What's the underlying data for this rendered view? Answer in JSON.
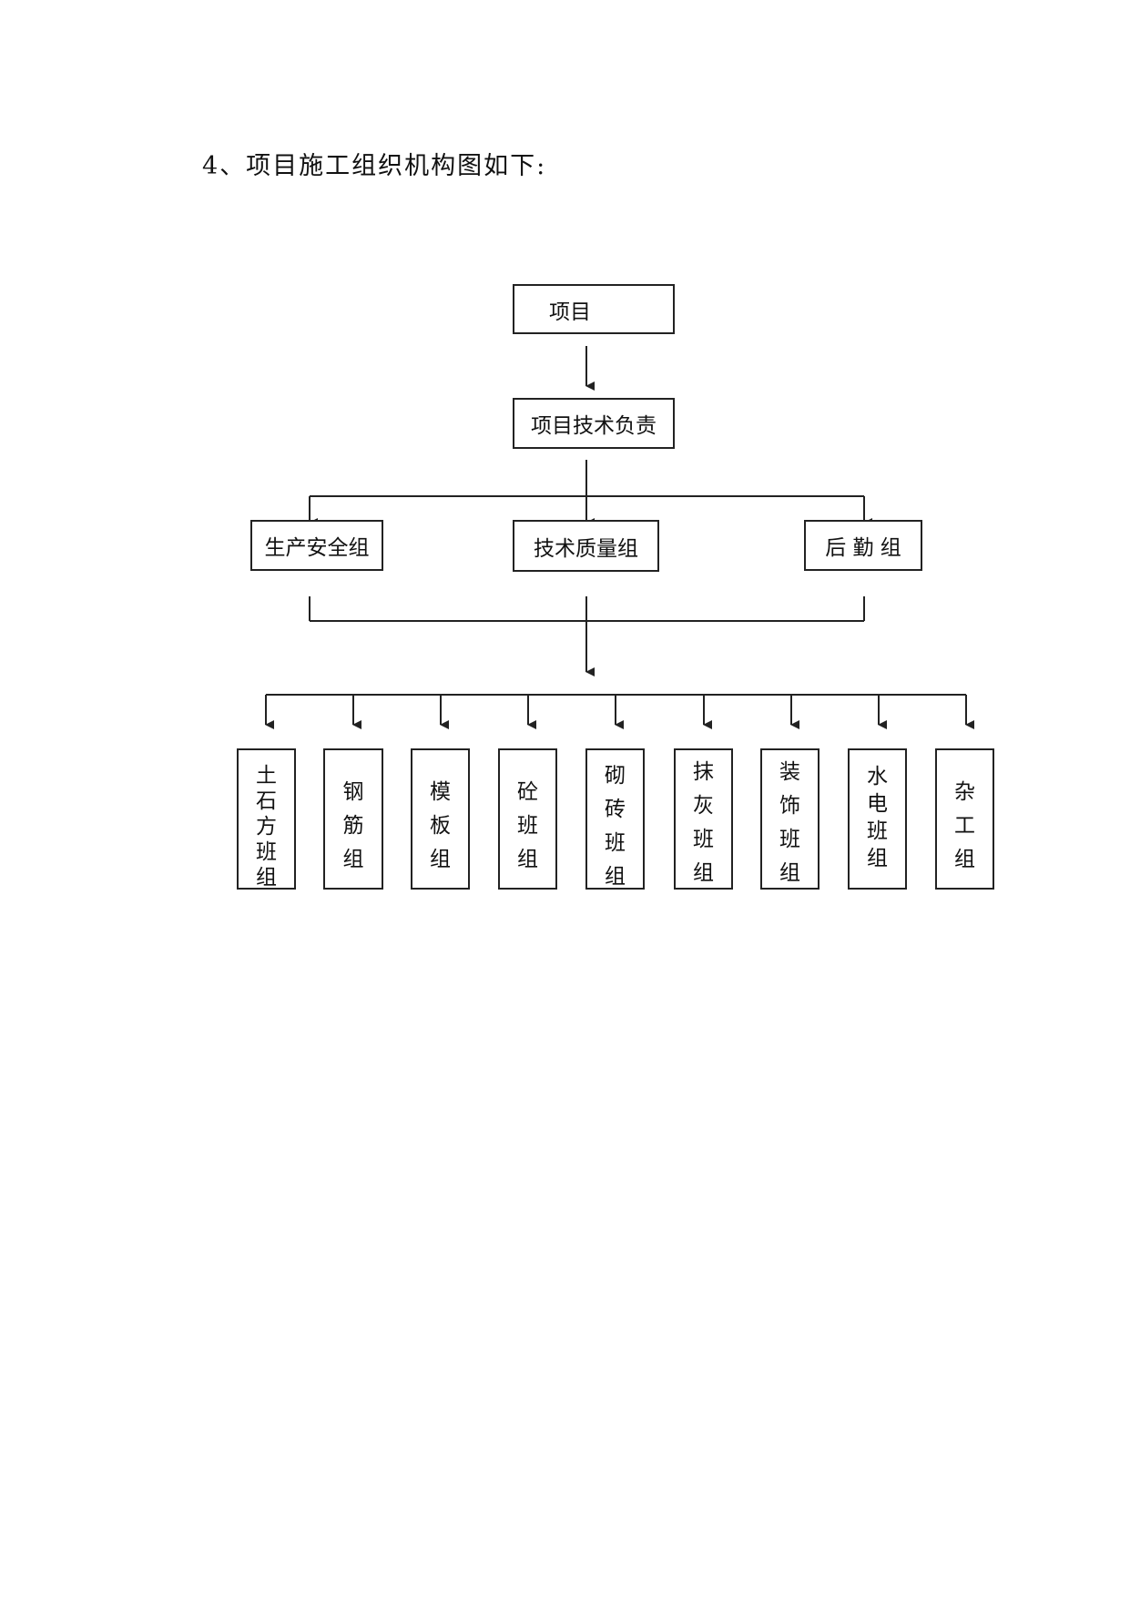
{
  "heading": "4、项目施工组织机构图如下:",
  "chart": {
    "top": "项目",
    "second": "项目技术负责",
    "groups": [
      "生产安全组",
      "技术质量组",
      "后 勤 组"
    ],
    "teams": [
      "土石方班组",
      "钢筋组",
      "模板组",
      "砼班组",
      "砌砖班组",
      "抹灰班组",
      "装饰班组",
      "水电班组",
      "杂工组"
    ]
  }
}
